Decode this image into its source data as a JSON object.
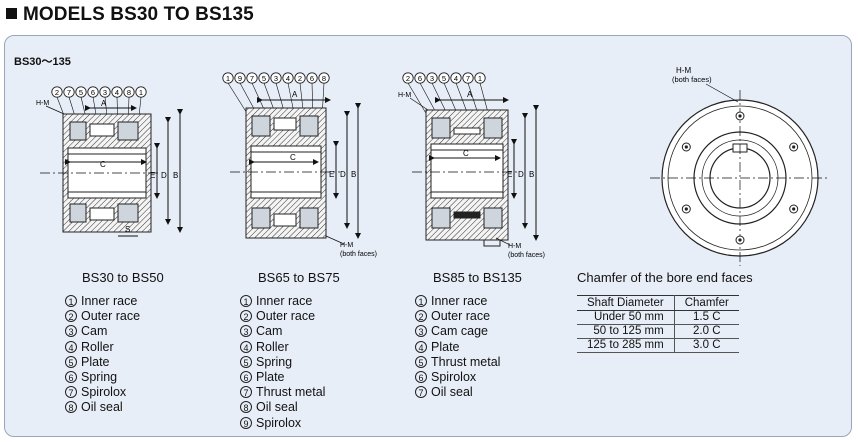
{
  "title": "MODELS BS30 TO BS135",
  "subtitle": "BS30～135",
  "dims": {
    "A": "A",
    "B": "B",
    "C": "C",
    "D": "D",
    "E": "E",
    "S": "S",
    "HM": "H-M",
    "both": "(both faces)"
  },
  "bubbles": {
    "d1": [
      "2",
      "7",
      "5",
      "6",
      "3",
      "4",
      "8",
      "1"
    ],
    "d2": [
      "1",
      "9",
      "7",
      "5",
      "3",
      "4",
      "2",
      "6",
      "8"
    ],
    "d3": [
      "2",
      "6",
      "3",
      "5",
      "4",
      "7",
      "1"
    ]
  },
  "captions": {
    "d1": "BS30 to BS50",
    "d2": "BS65 to BS75",
    "d3": "BS85 to BS135",
    "chamfer": "Chamfer of the bore end faces"
  },
  "parts": {
    "bs30": [
      {
        "n": "1",
        "label": "Inner race"
      },
      {
        "n": "2",
        "label": "Outer race"
      },
      {
        "n": "3",
        "label": "Cam"
      },
      {
        "n": "4",
        "label": "Roller"
      },
      {
        "n": "5",
        "label": "Plate"
      },
      {
        "n": "6",
        "label": "Spring"
      },
      {
        "n": "7",
        "label": "Spirolox"
      },
      {
        "n": "8",
        "label": "Oil seal"
      }
    ],
    "bs65": [
      {
        "n": "1",
        "label": "Inner race"
      },
      {
        "n": "2",
        "label": "Outer race"
      },
      {
        "n": "3",
        "label": "Cam"
      },
      {
        "n": "4",
        "label": "Roller"
      },
      {
        "n": "5",
        "label": "Spring"
      },
      {
        "n": "6",
        "label": "Plate"
      },
      {
        "n": "7",
        "label": "Thrust metal"
      },
      {
        "n": "8",
        "label": "Oil seal"
      },
      {
        "n": "9",
        "label": "Spirolox"
      }
    ],
    "bs85": [
      {
        "n": "1",
        "label": "Inner race"
      },
      {
        "n": "2",
        "label": "Outer race"
      },
      {
        "n": "3",
        "label": "Cam cage"
      },
      {
        "n": "4",
        "label": "Plate"
      },
      {
        "n": "5",
        "label": "Thrust metal"
      },
      {
        "n": "6",
        "label": "Spirolox"
      },
      {
        "n": "7",
        "label": "Oil seal"
      }
    ]
  },
  "chamfer_table": {
    "headers": [
      "Shaft Diameter",
      "Chamfer"
    ],
    "rows": [
      [
        "Under 50 mm",
        "1.5 C"
      ],
      [
        "50 to 125 mm",
        "2.0 C"
      ],
      [
        "125 to 285 mm",
        "3.0 C"
      ]
    ]
  }
}
